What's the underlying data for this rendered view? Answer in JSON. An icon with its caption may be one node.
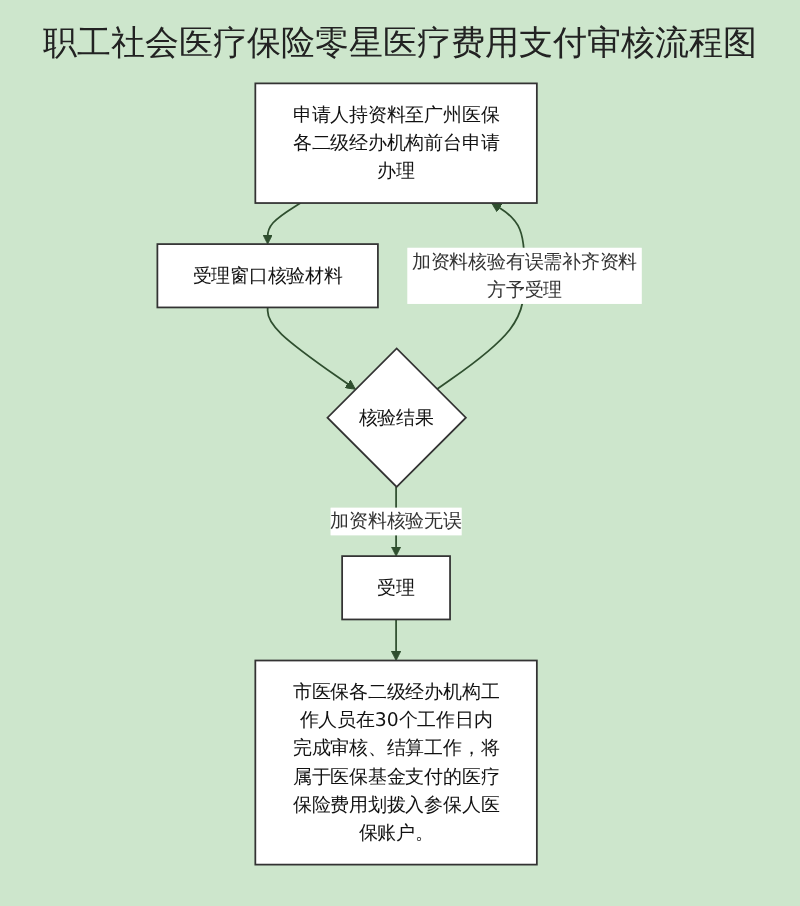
{
  "diagram": {
    "title": "职工社会医疗保险零星医疗费用支付审核流程图",
    "nodes": [
      {
        "text": [
          "申请人持资料至广州医保各二级经办机构前台申请办理"
        ]
      },
      {
        "text": [
          "受理窗口核验材料"
        ]
      },
      {
        "text": [
          "核验结果"
        ]
      },
      {
        "text": [
          "受理"
        ]
      },
      {
        "text": [
          "市医保各二级经办机构工作人员在30个工作日内完成审核、结算工作，将属于医保基金支付的医疗保险费用划拨入参保人医保账户。"
        ]
      }
    ],
    "edges": [
      {
        "from": 0,
        "to": 1,
        "arrow": "to"
      },
      {
        "from": 1,
        "to": 2,
        "arrow": "to"
      },
      {
        "from": 2,
        "to": 0,
        "arrow": "to",
        "label": "加资料核验有误需补齐资料方予受理"
      },
      {
        "from": 2,
        "to": 3,
        "arrow": "to",
        "label": "加资料核验无误"
      },
      {
        "from": 3,
        "to": 4,
        "arrow": "to"
      }
    ]
  }
}
